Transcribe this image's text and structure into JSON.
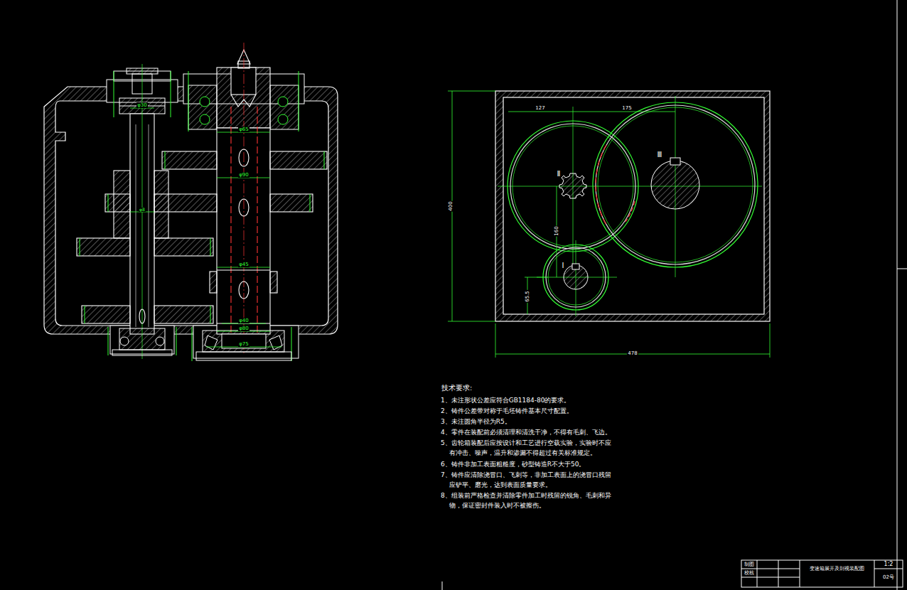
{
  "diagram": {
    "labels": [
      "φ30",
      "φ65",
      "φ90",
      "φ8",
      "φ45",
      "φ40",
      "φ80",
      "φ75",
      "127",
      "175",
      "400",
      "478",
      "160",
      "65.5",
      "Ⅰ",
      "Ⅱ",
      "Ⅲ",
      "技术要求:",
      "1、未注形状公差应符合GB1184-80的要求。",
      "2、铸件公差带对称于毛坯铸件基本尺寸配置。",
      "3、未注圆角半径为R5。",
      "4、零件在装配前必须清理和清洗干净，不得有毛刺、飞边。",
      "5、齿轮箱装配后应按设计和工艺进行空载实验，实验时不应有冲击、噪声，温升和渗漏不得超过有关标准规定。",
      "6、铸件非加工表面粗糙度，砂型铸造R不大于50。",
      "7、铸件应清除浇冒口、飞刺等，非加工表面上的浇冒口残留应铲平、磨光，达到表面质量要求。",
      "8、组装前严格检查并清除零件加工时残留的锐角、毛刺和异物，保证密封件装入时不被擦伤。",
      "制图",
      "校核",
      "变速箱展开及剖视装配图",
      "1:2",
      "02号"
    ]
  }
}
